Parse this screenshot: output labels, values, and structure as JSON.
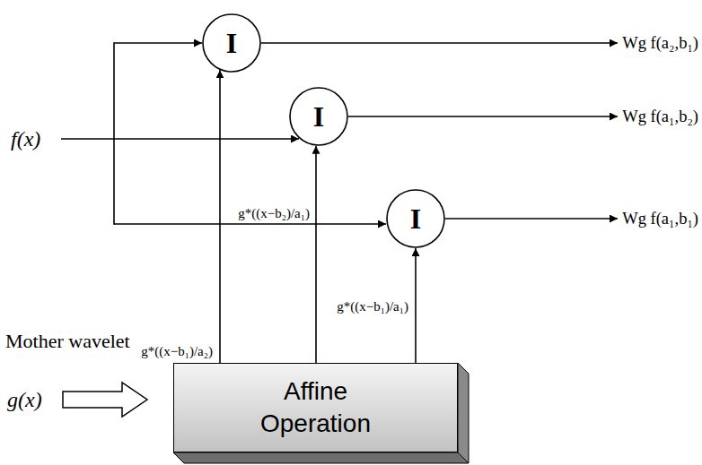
{
  "diagram": {
    "nodes": [
      {
        "text": [
          "I"
        ]
      },
      {
        "text": [
          "I"
        ]
      },
      {
        "text": [
          "I"
        ]
      },
      {
        "text": [
          "Affine Operation"
        ]
      }
    ],
    "edges": [
      {
        "from": 3,
        "to": 0,
        "arrow": "to",
        "label": "g*((x−b₁)/a₂)"
      },
      {
        "from": 3,
        "to": 1,
        "arrow": "to",
        "label": "g*((x−b₂)/a₁)"
      },
      {
        "from": 3,
        "to": 2,
        "arrow": "to",
        "label": "g*((x−b₁)/a₁)"
      }
    ],
    "labels": [
      "f(x)",
      "Wg f(a₂,b₁)",
      "Wg f(a₁,b₂)",
      "Wg f(a₁,b₁)",
      "Mother wavelet",
      "g(x)"
    ]
  }
}
